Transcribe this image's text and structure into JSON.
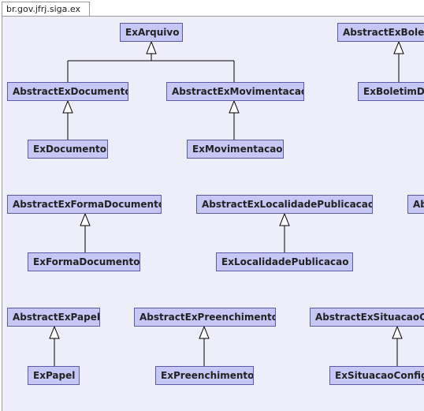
{
  "package_tab": "br.gov.jfrj.siga.ex",
  "classes": {
    "ex_arquivo": "ExArquivo",
    "abstract_ex_boletim": "AbstractExBoleti",
    "abstract_ex_documento": "AbstractExDocumento",
    "abstract_ex_movimentacao": "AbstractExMovimentacao",
    "ex_boletim": "ExBoletimDo",
    "ex_documento": "ExDocumento",
    "ex_movimentacao": "ExMovimentacao",
    "abstract_ex_forma_documento": "AbstractExFormaDocumento",
    "abstract_ex_localidade_publicacao": "AbstractExLocalidadePublicacao",
    "abstract_partial": "Ab",
    "ex_forma_documento": "ExFormaDocumento",
    "ex_localidade_publicacao": "ExLocalidadePublicacao",
    "abstract_ex_papel": "AbstractExPapel",
    "abstract_ex_preenchimento": "AbstractExPreenchimento",
    "abstract_ex_situacao": "AbstractExSituacaoCo",
    "ex_papel": "ExPapel",
    "ex_preenchimento": "ExPreenchimento",
    "ex_situacao_config": "ExSituacaoConfig"
  }
}
